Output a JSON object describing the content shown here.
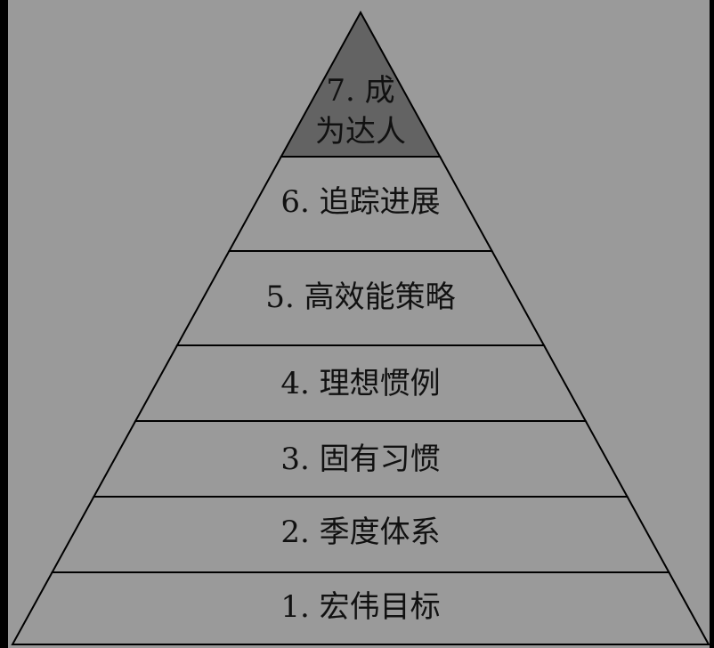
{
  "diagram": {
    "type": "pyramid",
    "colors": {
      "background": "#9a9a9a",
      "frame": "#000000",
      "apex_fill": "#636363",
      "stroke": "#000000",
      "text": "#111111"
    },
    "levels": [
      {
        "label": "1. 宏伟目标"
      },
      {
        "label": "2. 季度体系"
      },
      {
        "label": "3. 固有习惯"
      },
      {
        "label": "4. 理想惯例"
      },
      {
        "label": "5. 高效能策略"
      },
      {
        "label": "6. 追踪进展"
      },
      {
        "label_lines": [
          "7. 成",
          "为达人"
        ],
        "highlighted": true
      }
    ]
  }
}
